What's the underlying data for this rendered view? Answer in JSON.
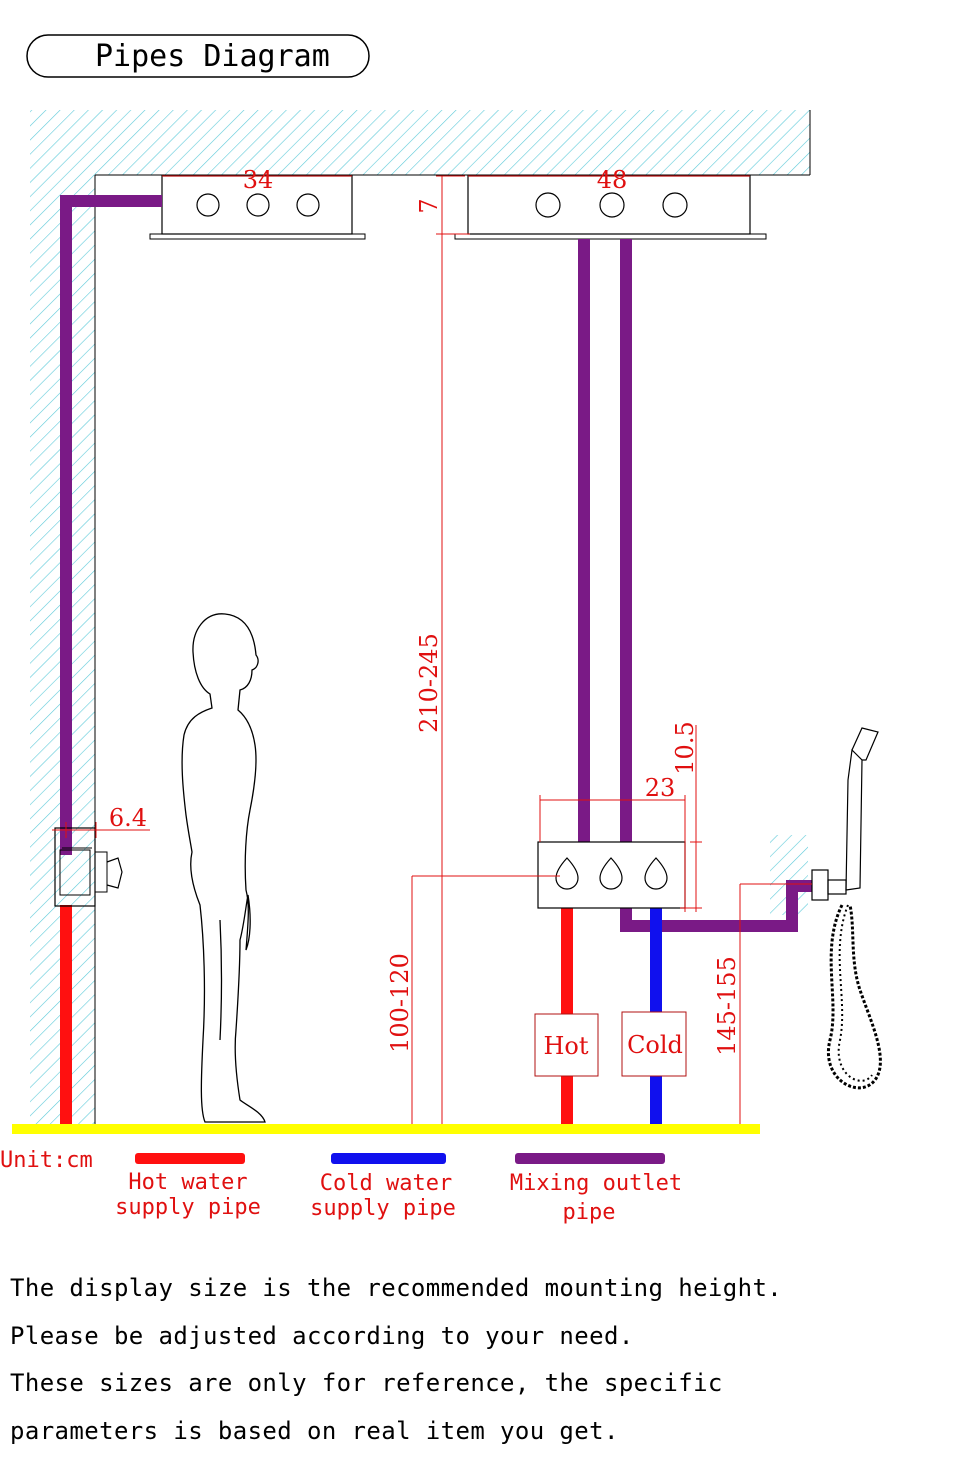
{
  "title": "Pipes Diagram",
  "dimensions": {
    "left_width": "34",
    "right_width": "48",
    "ceiling_gap": "7",
    "valve_offset": "6.4",
    "head_height": "210-245",
    "box_depth": "10.5",
    "box_width": "23",
    "valve_height": "100-120",
    "handshower_height": "145-155"
  },
  "labels": {
    "hot": "Hot",
    "cold": "Cold"
  },
  "unit": "Unit:cm",
  "legend": [
    {
      "key": "hot",
      "line1": "Hot water",
      "line2": "supply pipe",
      "color": "#ff1010"
    },
    {
      "key": "cold",
      "line1": "Cold water",
      "line2": "supply pipe",
      "color": "#1010ee"
    },
    {
      "key": "mix",
      "line1": "Mixing outlet",
      "line2": "pipe",
      "color": "#7a1a86"
    }
  ],
  "colors": {
    "hot": "#ff1010",
    "cold": "#1010ee",
    "mix": "#7a1a86",
    "floor": "#ffff00",
    "hatch": "#5ecad9",
    "dim": "#e01010"
  },
  "notes": [
    "The display size is the recommended mounting height.",
    "Please be adjusted according to your need.",
    "These sizes are only for reference, the specific",
    "parameters is based on real item you get."
  ]
}
